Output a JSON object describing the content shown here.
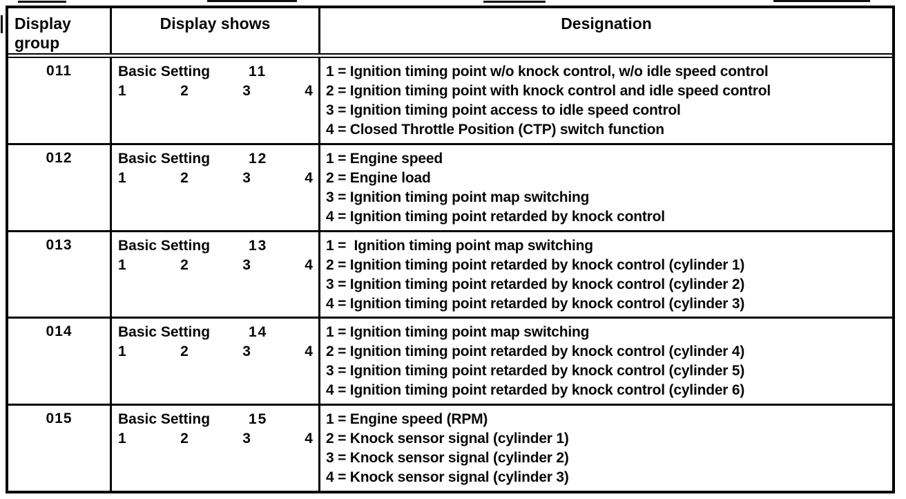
{
  "header": {
    "col_group": "Display group",
    "col_shows": "Display shows",
    "col_designation": "Designation"
  },
  "digits": [
    "1",
    "2",
    "3",
    "4"
  ],
  "rows": [
    {
      "group": "011",
      "shows_label": "Basic Setting",
      "shows_number": "11",
      "designations": [
        "1 = Ignition timing point w/o knock control, w/o idle speed control",
        "2 = Ignition timing point with knock control and idle speed control",
        "3 = Ignition timing point access to idle speed control",
        "4 = Closed Throttle Position (CTP) switch function"
      ]
    },
    {
      "group": "012",
      "shows_label": "Basic Setting",
      "shows_number": "12",
      "designations": [
        "1 = Engine speed",
        "2 = Engine load",
        "3 = Ignition timing point map switching",
        "4 = Ignition timing point retarded by knock control"
      ]
    },
    {
      "group": "013",
      "shows_label": "Basic Setting",
      "shows_number": "13",
      "designations": [
        "1 =  Ignition timing point map switching",
        "2 = Ignition timing point retarded by knock control (cylinder 1)",
        "3 = Ignition timing point retarded by knock control (cylinder 2)",
        "4 = Ignition timing point retarded by knock control (cylinder 3)"
      ]
    },
    {
      "group": "014",
      "shows_label": "Basic Setting",
      "shows_number": "14",
      "designations": [
        "1 = Ignition timing point map switching",
        "2 = Ignition timing point retarded by knock control (cylinder 4)",
        "3 = Ignition timing point retarded by knock control (cylinder 5)",
        "4 = Ignition timing point retarded by knock control (cylinder 6)"
      ]
    },
    {
      "group": "015",
      "shows_label": "Basic Setting",
      "shows_number": "15",
      "designations": [
        "1 = Engine speed (RPM)",
        "2 = Knock sensor signal (cylinder 1)",
        "3 = Knock sensor signal (cylinder 2)",
        "4 = Knock sensor signal (cylinder 3)"
      ]
    }
  ]
}
